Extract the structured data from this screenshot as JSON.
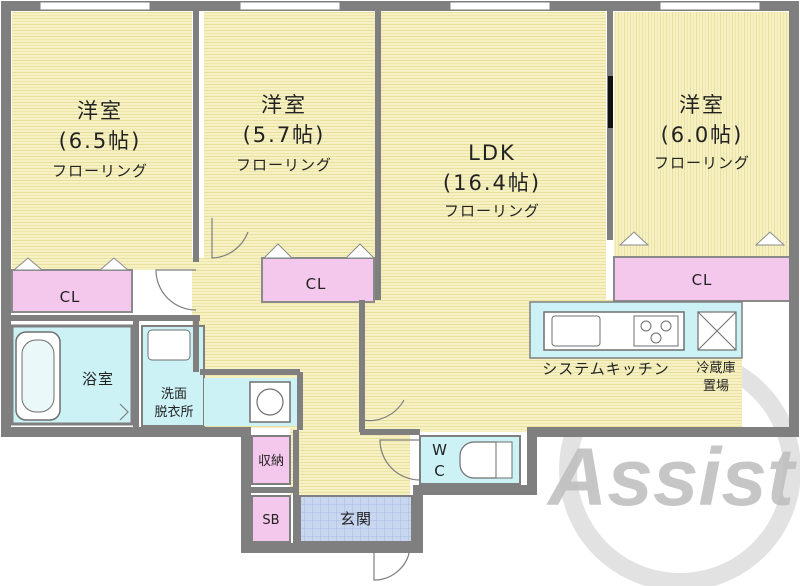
{
  "rooms": {
    "bedroom1": {
      "name": "洋室",
      "size": "(6.5帖)",
      "floor": "フローリング"
    },
    "bedroom2": {
      "name": "洋室",
      "size": "(5.7帖)",
      "floor": "フローリング"
    },
    "ldk": {
      "name": "LDK",
      "size": "(16.4帖)",
      "floor": "フローリング"
    },
    "bedroom3": {
      "name": "洋室",
      "size": "(6.0帖)",
      "floor": "フローリング"
    }
  },
  "closets": {
    "cl1": "CL",
    "cl2": "CL",
    "cl3": "CL"
  },
  "bath": "浴室",
  "washroom": {
    "line1": "洗面",
    "line2": "脱衣所"
  },
  "kitchen": "システムキッチン",
  "fridge": {
    "line1": "冷蔵庫",
    "line2": "置場"
  },
  "toilet": {
    "line1": "W",
    "line2": "C"
  },
  "storage": "収納",
  "shoebox": "SB",
  "entrance": "玄関",
  "logo": "Assist",
  "colors": {
    "floor": "#f6f1c2",
    "floor_lines": "#e9df9e",
    "closet": "#f4c8ec",
    "wet_area": "#ccf2f6",
    "entrance": "#c8d6ef",
    "wall": "#7f7f7f",
    "logo": "#b6b6b6"
  }
}
